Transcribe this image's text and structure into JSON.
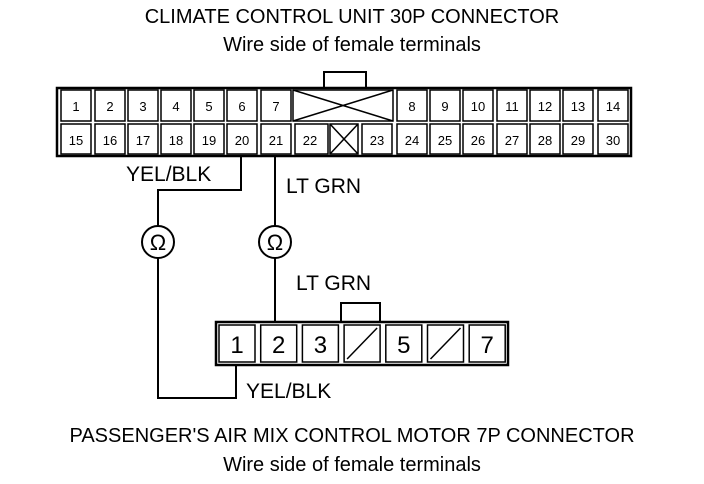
{
  "top_connector": {
    "title": "CLIMATE CONTROL UNIT 30P CONNECTOR",
    "subtitle": "Wire side of female terminals",
    "row1": [
      "1",
      "2",
      "3",
      "4",
      "5",
      "6",
      "7",
      "8",
      "9",
      "10",
      "11",
      "12",
      "13",
      "14"
    ],
    "row2": [
      "15",
      "16",
      "17",
      "18",
      "19",
      "20",
      "21",
      "22",
      "23",
      "24",
      "25",
      "26",
      "27",
      "28",
      "29",
      "30"
    ]
  },
  "bottom_connector": {
    "title": "PASSENGER'S AIR MIX CONTROL MOTOR 7P CONNECTOR",
    "subtitle": "Wire side of female terminals",
    "pins": [
      "1",
      "2",
      "3",
      "5",
      "7"
    ]
  },
  "wires": {
    "yel_blk_top": "YEL/BLK",
    "lt_grn_top": "LT GRN",
    "lt_grn_bottom": "LT GRN",
    "yel_blk_bottom": "YEL/BLK"
  },
  "meter_symbol": "Ω"
}
